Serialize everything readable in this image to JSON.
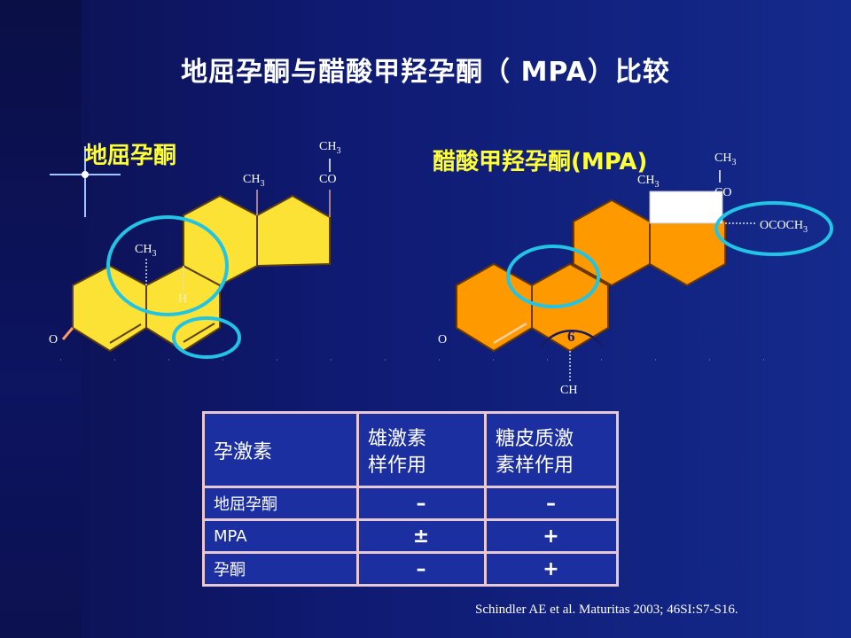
{
  "slide": {
    "title": "地屈孕酮与醋酸甲羟孕酮（ MPA）比较",
    "citation": "Schindler AE et al. Maturitas 2003; 46SI:S7-S16."
  },
  "left_molecule": {
    "name": "地屈孕酮",
    "labels": {
      "ch3": "CH",
      "sub3": "3",
      "co": "CO",
      "h": "H",
      "o": "O"
    },
    "fill": "#fbe234"
  },
  "right_molecule": {
    "name": "醋酸甲羟孕酮(MPA)",
    "labels": {
      "ch3": "CH",
      "sub3": "3",
      "co": "CO",
      "ococh3": "OCOCH",
      "o": "O",
      "ch": "CH",
      "six": "6"
    },
    "fill": "#ff9900"
  },
  "highlight_color": "#22c4e6",
  "table": {
    "headers": [
      "孕激素",
      "雄激素样作用",
      "糖皮质激素样作用"
    ],
    "header_lines": [
      [
        "孕激素"
      ],
      [
        "雄激素",
        "样作用"
      ],
      [
        "糖皮质激",
        "素样作用"
      ]
    ],
    "rows": [
      {
        "name": "地屈孕酮",
        "androgenic": "–",
        "glucocorticoid": "–"
      },
      {
        "name": "MPA",
        "androgenic": "±",
        "glucocorticoid": "+"
      },
      {
        "name": "孕酮",
        "androgenic": "–",
        "glucocorticoid": "+"
      }
    ]
  }
}
